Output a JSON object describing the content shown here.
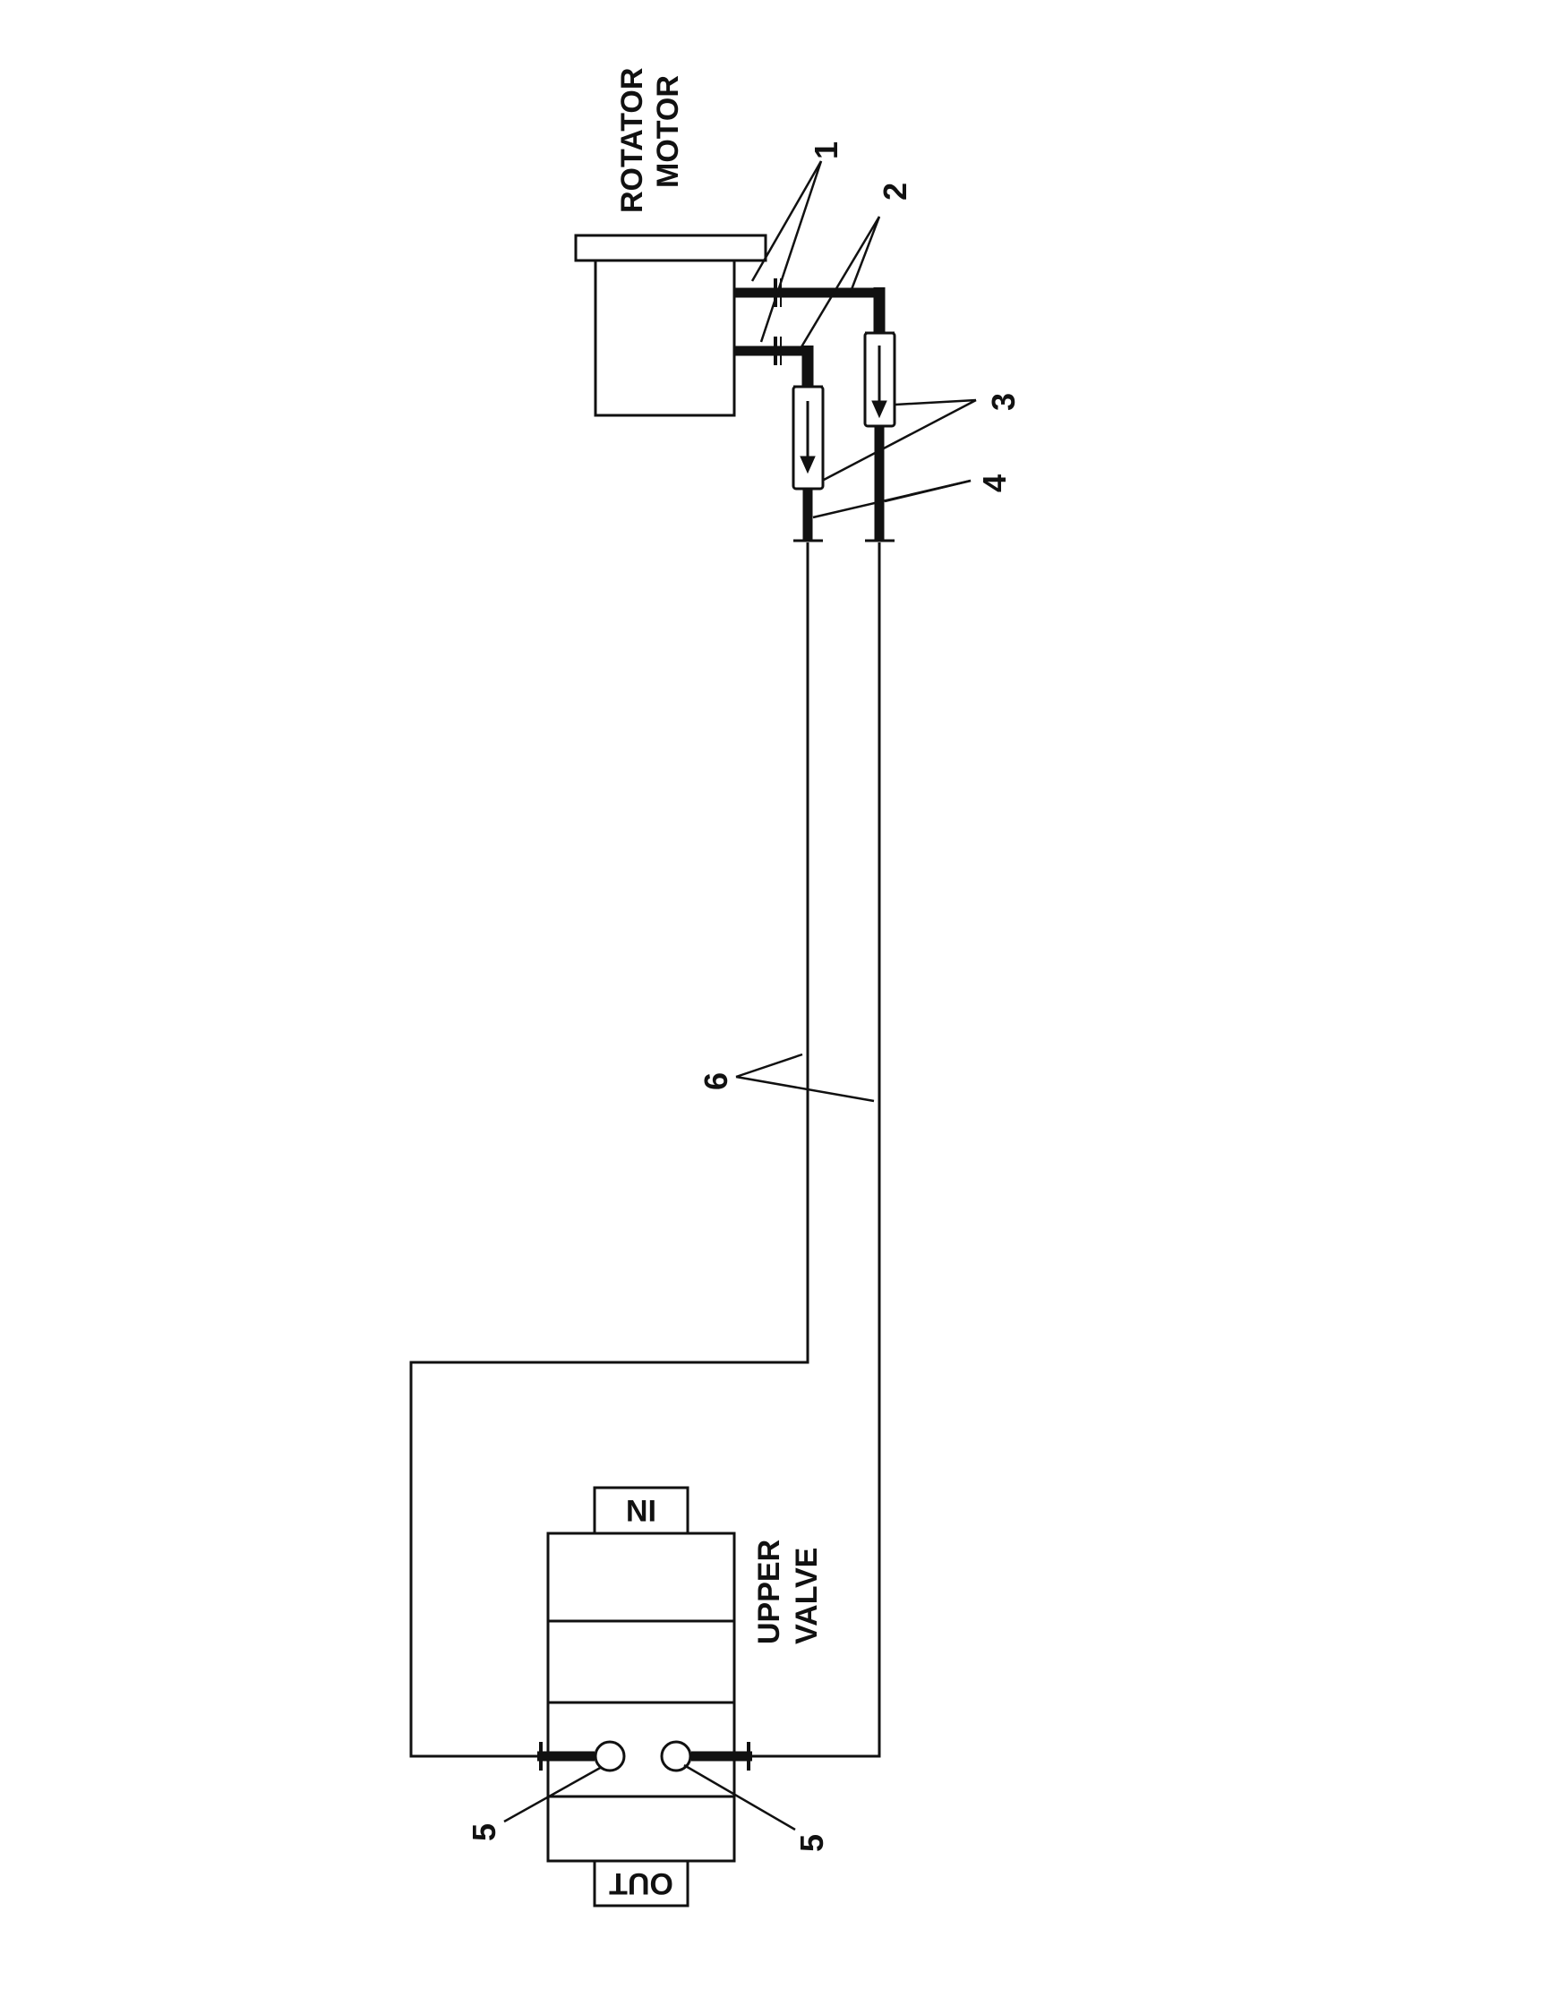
{
  "labels": {
    "rotator_line1": "ROTATOR",
    "rotator_line2": "MOTOR",
    "upper_line1": "UPPER",
    "upper_line2": "VALVE",
    "port_in": "IN",
    "port_out": "OUT"
  },
  "callouts": {
    "c1": "1",
    "c2": "2",
    "c3": "3",
    "c4": "4",
    "c5a": "5",
    "c5b": "5",
    "c6": "6"
  },
  "colors": {
    "ink": "#111111",
    "paper": "#ffffff"
  }
}
